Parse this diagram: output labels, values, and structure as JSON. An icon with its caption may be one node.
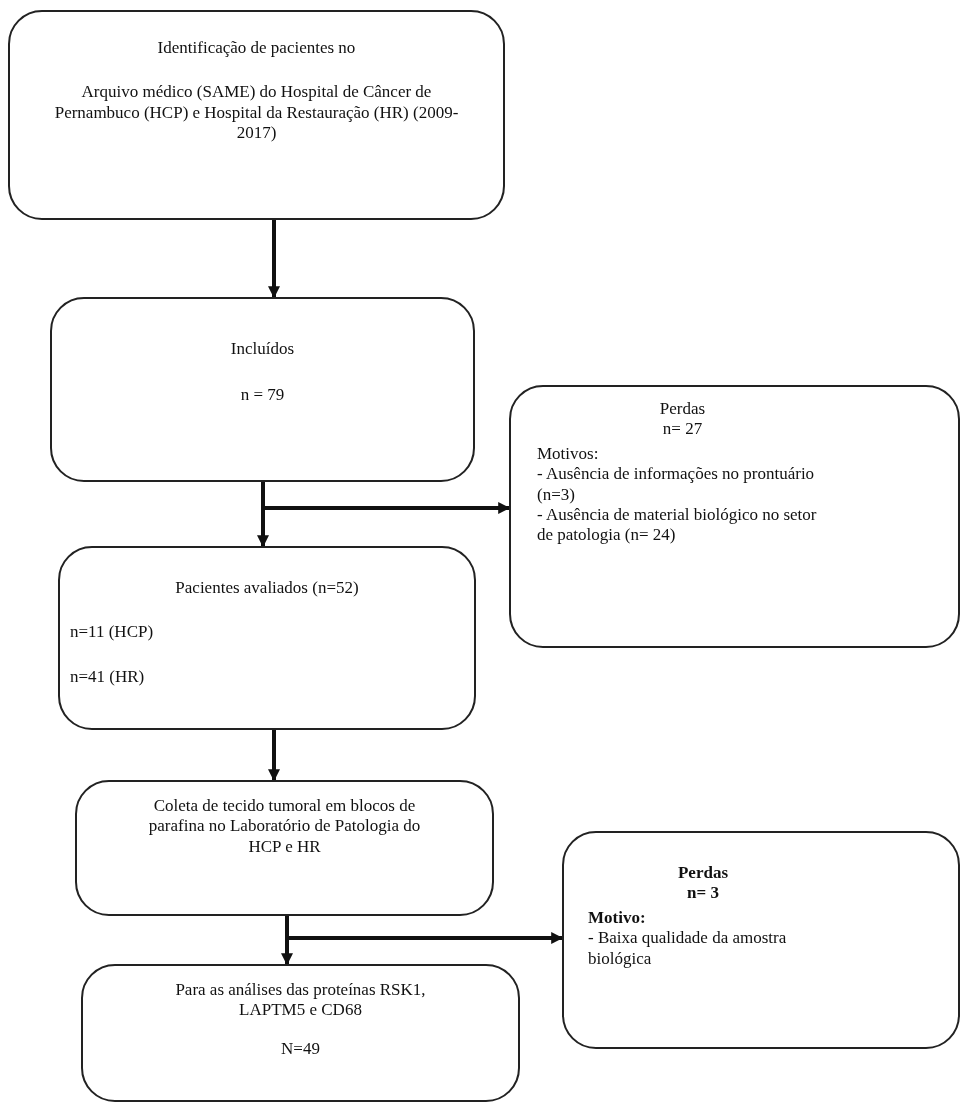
{
  "diagram": {
    "nodes": [
      {
        "text": [
          "Identificação de pacientes no",
          "Arquivo médico (SAME) do Hospital de Câncer de Pernambuco (HCP) e Hospital da Restauração (HR) (2009-2017)"
        ]
      },
      {
        "text": [
          "Incluídos",
          "n = 79"
        ]
      },
      {
        "text": [
          "Perdas",
          "n= 27",
          "Motivos:",
          "- Ausência de informações no prontuário (n=3)",
          "- Ausência de material biológico no setor de patologia (n= 24)"
        ]
      },
      {
        "text": [
          "Pacientes avaliados (n=52)",
          "n=11 (HCP)",
          "n=41 (HR)"
        ]
      },
      {
        "text": [
          "Coleta de tecido tumoral em blocos de parafina no Laboratório de Patologia do HCP e HR"
        ]
      },
      {
        "text": [
          "Perdas",
          "n= 3",
          "Motivo:",
          "- Baixa qualidade da amostra biológica"
        ]
      },
      {
        "text": [
          "Para as análises das proteínas RSK1, LAPTM5 e CD68",
          "N=49"
        ]
      }
    ],
    "edges": [
      {
        "from": 0,
        "to": 1,
        "arrow": "to"
      },
      {
        "from": 1,
        "to": 3,
        "arrow": "to"
      },
      {
        "from": 1,
        "to": 2,
        "arrow": "to"
      },
      {
        "from": 3,
        "to": 4,
        "arrow": "to"
      },
      {
        "from": 4,
        "to": 6,
        "arrow": "to"
      },
      {
        "from": 4,
        "to": 5,
        "arrow": "to"
      }
    ]
  }
}
